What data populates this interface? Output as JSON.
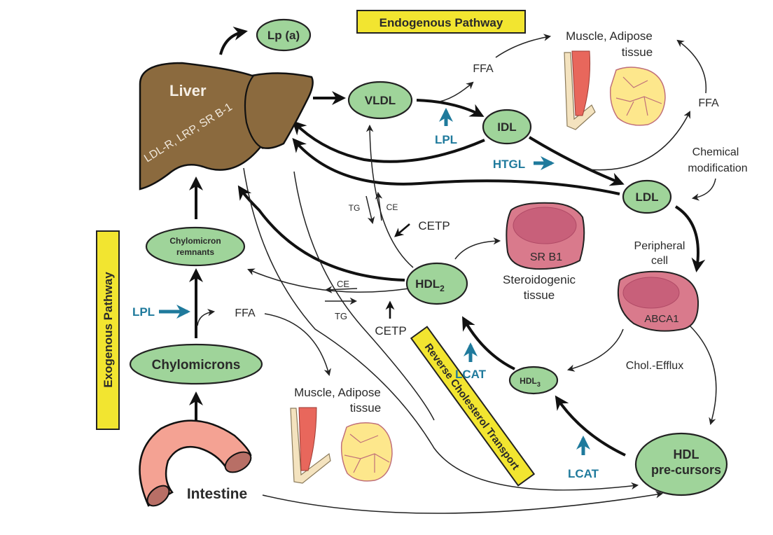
{
  "title_labels": {
    "endogenous": "Endogenous Pathway",
    "exogenous": "Exogenous Pathway",
    "reverse": "Reverse Cholesterol Transport"
  },
  "organs": {
    "liver": "Liver",
    "liver_receptors": "LDL-R, LRP, SR B-1",
    "intestine": "Intestine"
  },
  "lipoproteins": {
    "lpa": "Lp (a)",
    "vldl": "VLDL",
    "idl": "IDL",
    "ldl": "LDL",
    "hdl2": "HDL",
    "hdl2_sub": "2",
    "hdl3": "HDL",
    "hdl3_sub": "3",
    "hdl_pre_1": "HDL",
    "hdl_pre_2": "pre-cursors",
    "chylomicrons": "Chylomicrons",
    "remnants_1": "Chylomicron",
    "remnants_2": "remnants"
  },
  "tissues": {
    "muscle_top_1": "Muscle, Adipose",
    "muscle_top_2": "tissue",
    "muscle_bottom_1": "Muscle, Adipose",
    "muscle_bottom_2": "tissue",
    "srb1": "SR B1",
    "steroid_1": "Steroidogenic",
    "steroid_2": "tissue",
    "peripheral_1": "Peripheral",
    "peripheral_2": "cell",
    "abca1": "ABCA1"
  },
  "labels": {
    "ffa_top": "FFA",
    "ffa_right": "FFA",
    "ffa_left": "FFA",
    "chem_1": "Chemical",
    "chem_2": "modification",
    "tg_top": "TG",
    "ce_top": "CE",
    "cetp_top": "CETP",
    "ce_mid": "CE",
    "tg_mid": "TG",
    "cetp_bottom": "CETP",
    "chol_efflux": "Chol.-Efflux"
  },
  "enzymes": {
    "lpl_top": "LPL",
    "htgl": "HTGL",
    "lpl_left": "LPL",
    "lcat_upper": "LCAT",
    "lcat_lower": "LCAT"
  },
  "colors": {
    "lipoprotein_fill": "#9fd49a",
    "liver_fill": "#8b6a3e",
    "intestine_fill": "#f4a293",
    "cell_fill": "#d97a8c",
    "enzyme_blue": "#1f7a9c",
    "label_yellow": "#f2e530"
  }
}
